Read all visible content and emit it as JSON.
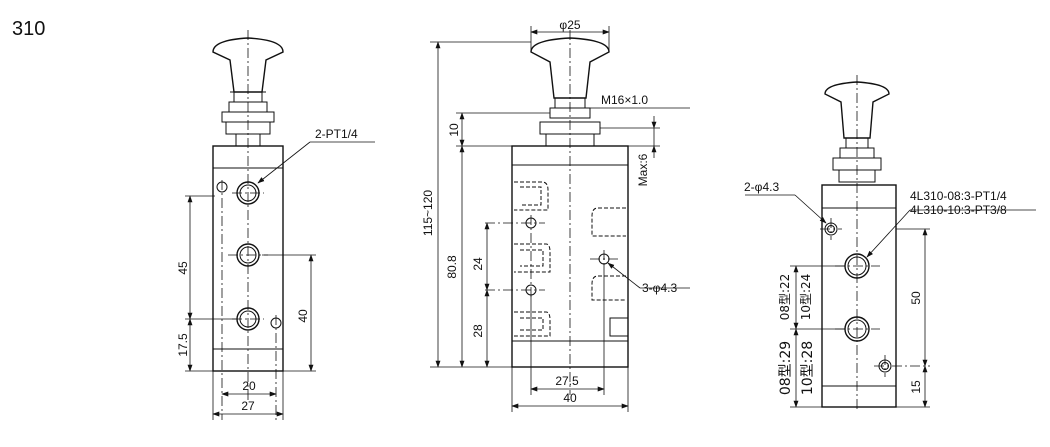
{
  "model": "310",
  "front_view": {
    "port_label": "2-PT1/4",
    "dim_45": "45",
    "dim_17_5": "17.5",
    "dim_40": "40",
    "dim_20": "20",
    "dim_27": "27"
  },
  "side_view": {
    "dia_25": "φ25",
    "thread": "M16×1.0",
    "dim_10": "10",
    "max_6": "Max:6",
    "range_115_120": "115~120",
    "dim_80_8": "80.8",
    "dim_24": "24",
    "dim_28": "28",
    "holes": "3-φ4.3",
    "dim_27_5": "27.5",
    "dim_40": "40"
  },
  "back_view": {
    "holes": "2-φ4.3",
    "port_08": "4L310-08:3-PT1/4",
    "port_10": "4L310-10:3-PT3/8",
    "type08_22": "08型:22",
    "type10_24": "10型:24",
    "dim_50": "50",
    "type08_29": "08型:29",
    "type10_28": "10型:28",
    "dim_15": "15"
  }
}
